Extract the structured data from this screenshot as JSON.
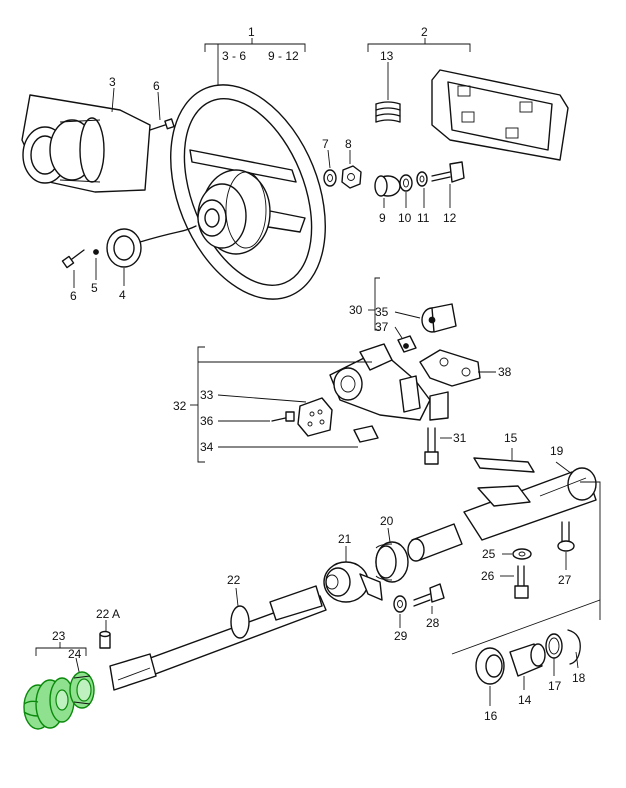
{
  "labels": {
    "p1": "1",
    "p1a": "3 - 6",
    "p1b": "9 - 12",
    "p2": "2",
    "p3": "3",
    "p4": "4",
    "p5": "5",
    "p6a": "6",
    "p6b": "6",
    "p7": "7",
    "p8": "8",
    "p9": "9",
    "p10": "10",
    "p11": "11",
    "p12": "12",
    "p13": "13",
    "p14": "14",
    "p15": "15",
    "p16": "16",
    "p17": "17",
    "p18": "18",
    "p19": "19",
    "p20": "20",
    "p21": "21",
    "p22": "22",
    "p22a": "22 A",
    "p23": "23",
    "p24": "24",
    "p25": "25",
    "p26": "26",
    "p27": "27",
    "p28": "28",
    "p29": "29",
    "p30": "30",
    "p31": "31",
    "p32": "32",
    "p33": "33",
    "p34": "34",
    "p35": "35",
    "p36": "36",
    "p37": "37",
    "p38": "38"
  },
  "colors": {
    "line": "#111111",
    "highlight": "#8fe08f",
    "highlight_stroke": "#0a8a0a"
  }
}
